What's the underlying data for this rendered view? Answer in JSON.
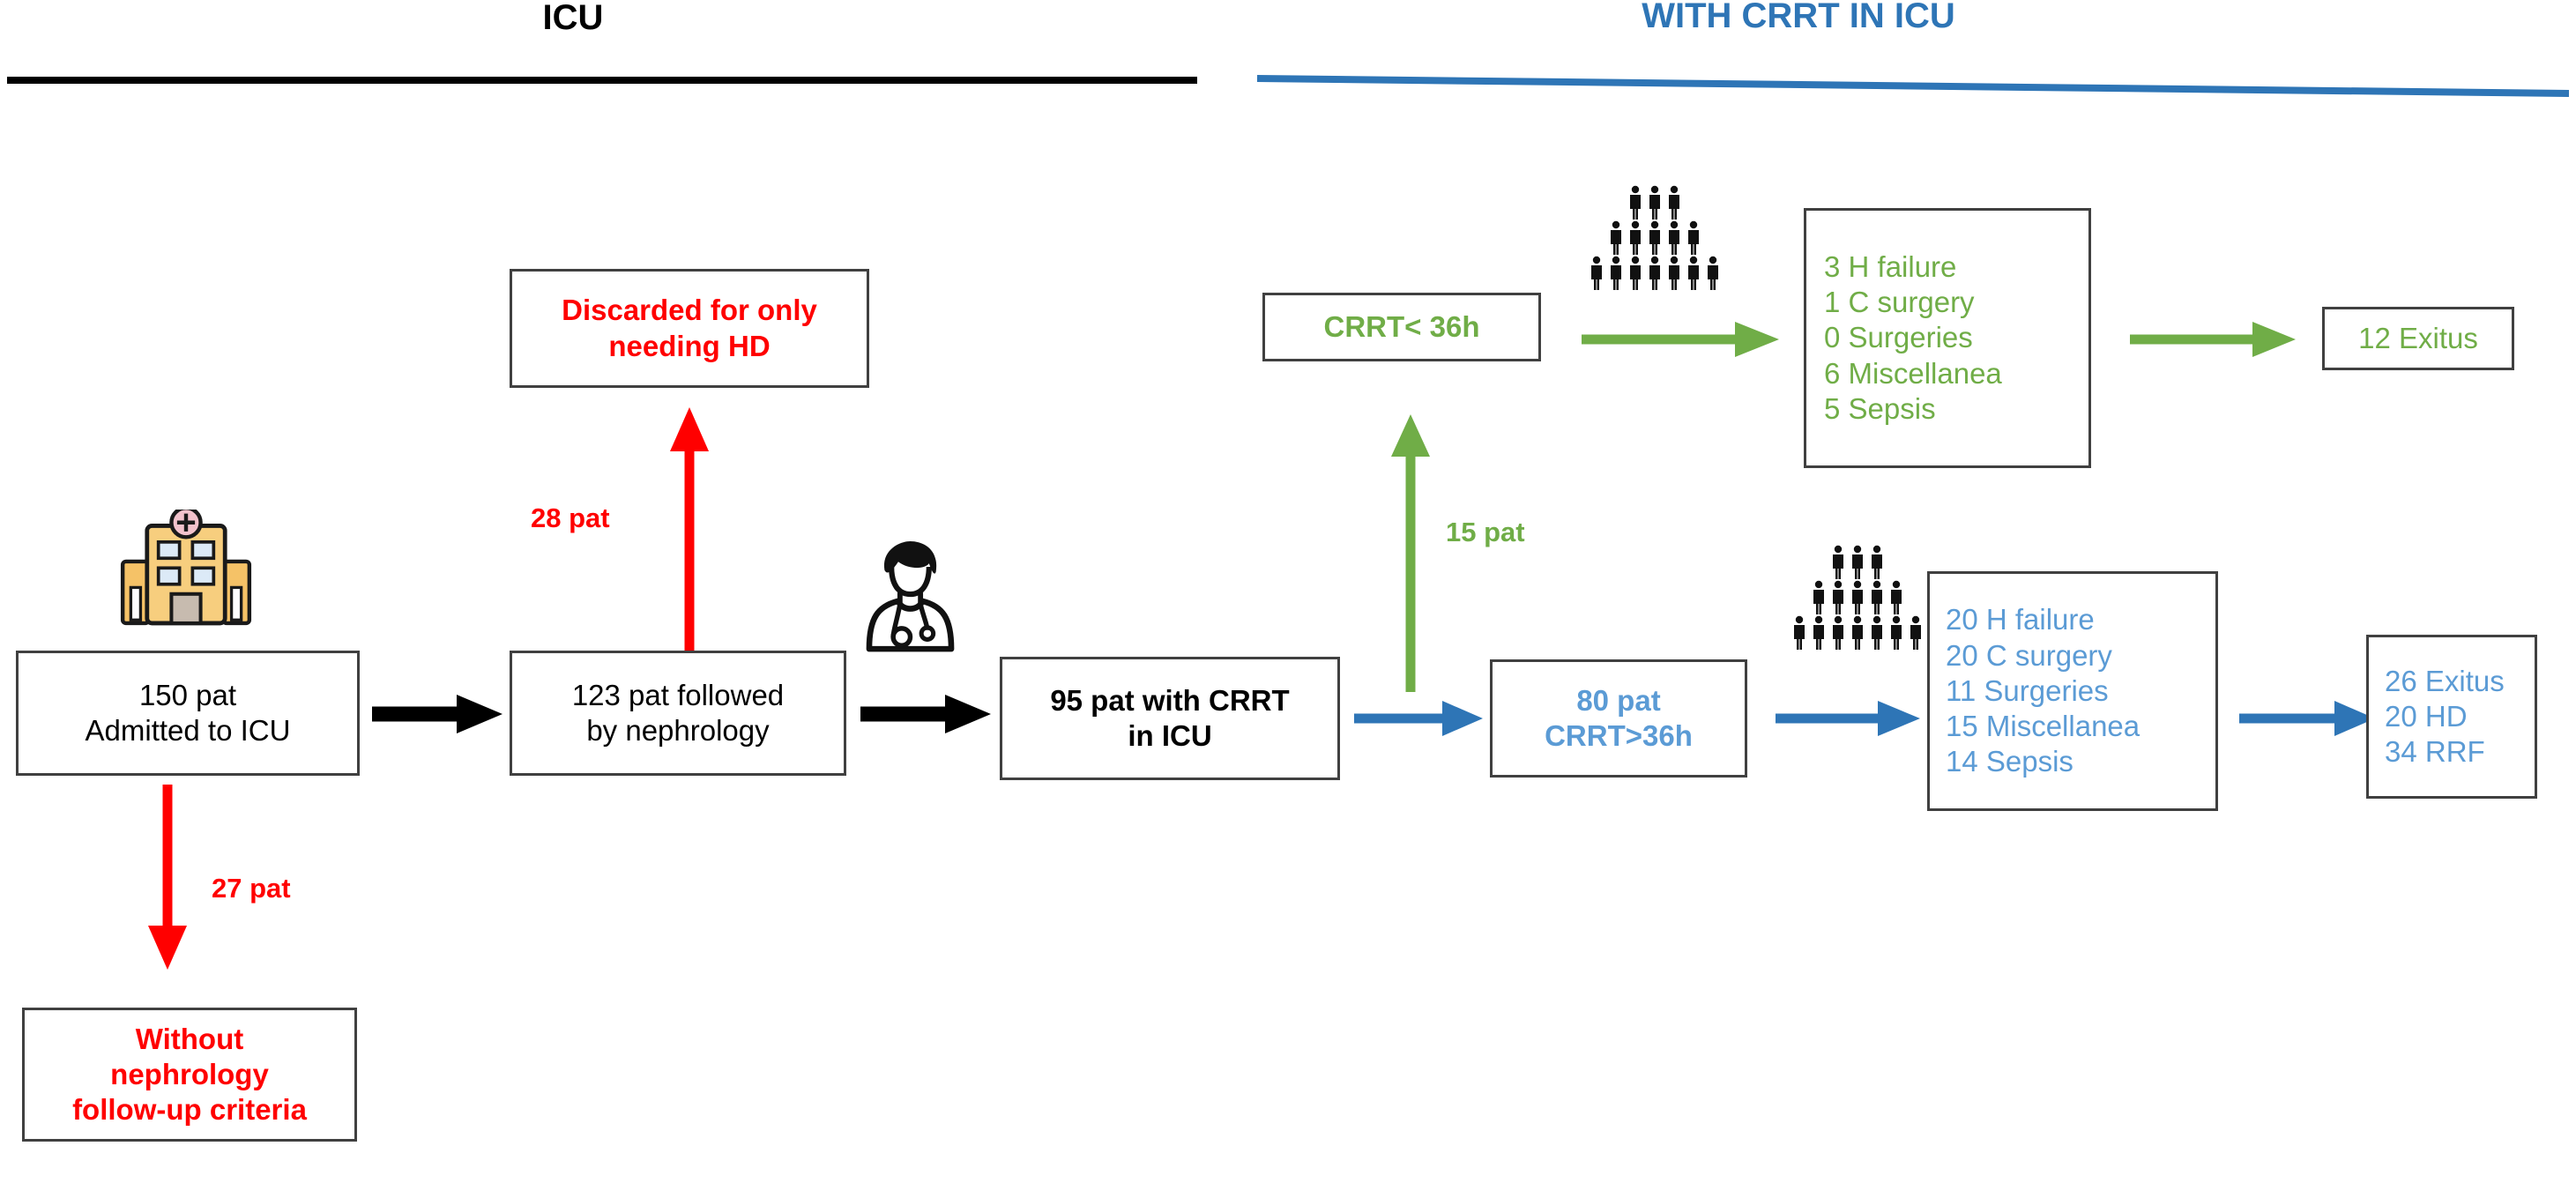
{
  "headers": {
    "left": {
      "title": "ICU",
      "rule_color": "#000000"
    },
    "right": {
      "title": "WITH CRRT IN ICU",
      "rule_color": "#2E75B6"
    }
  },
  "colors": {
    "black": "#000000",
    "red": "#FF0000",
    "green": "#70AD47",
    "blue_arrow": "#2E75B6",
    "blue_text": "#5B9BD5",
    "box_border": "#404040"
  },
  "nodes": {
    "admitted": {
      "line1": "150 pat",
      "line2": "Admitted to ICU"
    },
    "discarded_hd": {
      "line1": "Discarded for only",
      "line2": "needing HD"
    },
    "no_criteria": {
      "line1": "Without",
      "line2": "nephrology",
      "line3": "follow-up criteria"
    },
    "followed_neph": {
      "line1": "123 pat followed",
      "line2": "by nephrology"
    },
    "crrt_icu": {
      "line1": "95 pat with CRRT",
      "line2": "in ICU"
    },
    "crrt_lt36": {
      "line1": "CRRT< 36h"
    },
    "crrt_gt36": {
      "line1": "80 pat",
      "line2": "CRRT>36h"
    },
    "causes_short": {
      "items": [
        "3 H failure",
        "1 C surgery",
        "0 Surgeries",
        "6 Miscellanea",
        "5 Sepsis"
      ]
    },
    "causes_long": {
      "items": [
        "20 H failure",
        "20 C surgery",
        "11 Surgeries",
        "15 Miscellanea",
        "14 Sepsis"
      ]
    },
    "outcome_short": {
      "items": [
        "12 Exitus"
      ]
    },
    "outcome_long": {
      "items": [
        "26 Exitus",
        "20 HD",
        "34 RRF"
      ]
    }
  },
  "edges": {
    "to_hd": {
      "label": "28 pat",
      "color": "#FF0000"
    },
    "to_no_criteria": {
      "label": "27 pat",
      "color": "#FF0000"
    },
    "to_short_crrt": {
      "label": "15 pat",
      "color": "#70AD47"
    }
  },
  "icons": {
    "hospital": "hospital-icon",
    "doctor": "doctor-icon",
    "people_short": "people-group-icon",
    "people_long": "people-group-icon"
  }
}
